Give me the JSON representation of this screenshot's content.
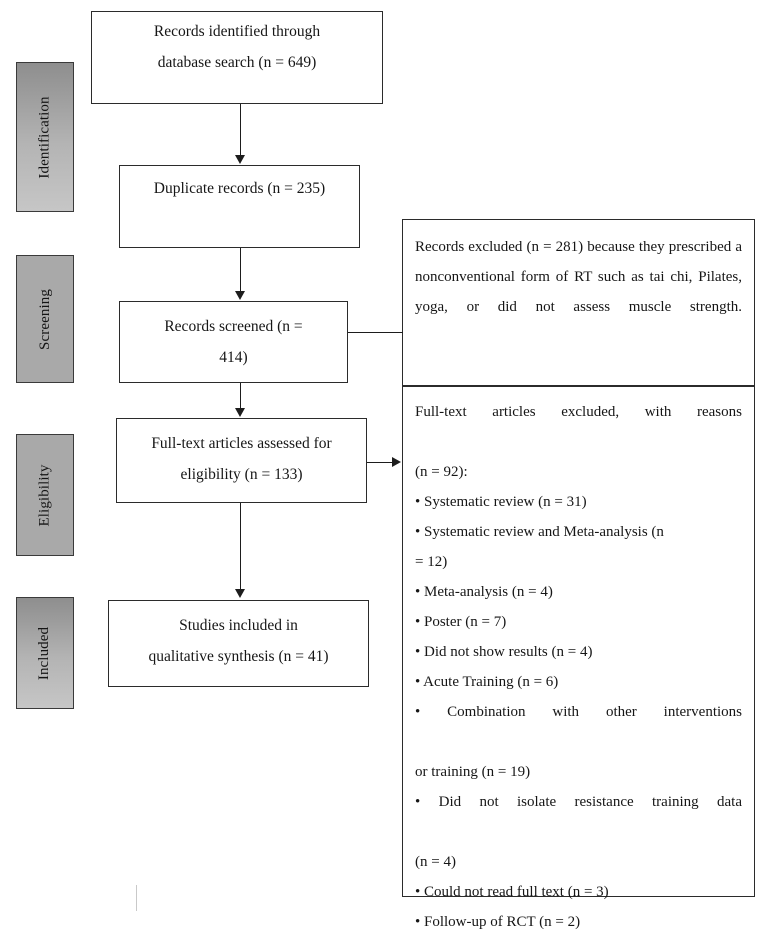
{
  "diagram": {
    "title": "PRISMA study selection flow diagram",
    "stages": [
      {
        "id": "identification",
        "label": "Identification"
      },
      {
        "id": "screening",
        "label": "Screening"
      },
      {
        "id": "eligibility",
        "label": "Eligibility"
      },
      {
        "id": "included",
        "label": "Included"
      }
    ],
    "flow_boxes": [
      {
        "id": "records-identified",
        "line1": "Records identified through",
        "line2": "database search (n = 649)",
        "count": 649
      },
      {
        "id": "duplicate-records",
        "line1": "Duplicate records (n = 235)",
        "line2": "",
        "count": 235
      },
      {
        "id": "records-screened",
        "line1": "Records screened (n =",
        "line2": "414)",
        "count": 414
      },
      {
        "id": "full-text-assessed",
        "line1": "Full-text articles assessed for",
        "line2": "eligibility (n = 133)",
        "count": 133
      },
      {
        "id": "studies-included",
        "line1": "Studies included in",
        "line2": "qualitative synthesis (n = 41)",
        "count": 41
      }
    ],
    "side_boxes": [
      {
        "id": "records-excluded",
        "paragraph": "Records excluded (n = 281) because they prescribed a nonconventional form of RT such as tai chi, Pilates, yoga, or did not assess muscle strength.",
        "count": 281
      },
      {
        "id": "full-text-excluded",
        "heading_line1": "Full-text articles excluded, with reasons",
        "heading_line2": "(n = 92):",
        "count": 92,
        "reasons": [
          {
            "label": "• Systematic review (n = 31)",
            "n": 31
          },
          {
            "label": "• Systematic review and Meta-analysis (n = 12)",
            "n": 12
          },
          {
            "label": "• Meta-analysis (n = 4)",
            "n": 4
          },
          {
            "label": "• Poster (n = 7)",
            "n": 7
          },
          {
            "label": "• Did not show results (n = 4)",
            "n": 4
          },
          {
            "label": "• Acute Training (n = 6)",
            "n": 6
          },
          {
            "label": "• Combination with other interventions or training (n = 19)",
            "n": 19
          },
          {
            "label": "• Did not isolate resistance training data (n = 4)",
            "n": 4
          },
          {
            "label": "• Could not read full text (n = 3)",
            "n": 3
          },
          {
            "label": "• Follow-up of RCT (n = 2)",
            "n": 2
          }
        ],
        "reason_lines": [
          "• Systematic review (n = 31)",
          "• Systematic review and Meta-analysis (n",
          "= 12)",
          "• Meta-analysis (n = 4)",
          "• Poster (n = 7)",
          "• Did not show results (n = 4)",
          "• Acute Training (n = 6)",
          "• Combination with other interventions",
          "or training (n = 19)",
          "• Did not isolate resistance training data",
          "(n = 4)",
          "• Could not read full text (n = 3)",
          "• Follow-up of RCT (n = 2)"
        ]
      }
    ],
    "colors": {
      "box_border": "#2b2b2b",
      "connector": "#1d1d1d",
      "stage_gradient_top": "#8e8e8e",
      "stage_gradient_bottom": "#c6c6c6",
      "stage_flat": "#a9a9a9",
      "text": "#161616",
      "background": "#ffffff"
    }
  }
}
